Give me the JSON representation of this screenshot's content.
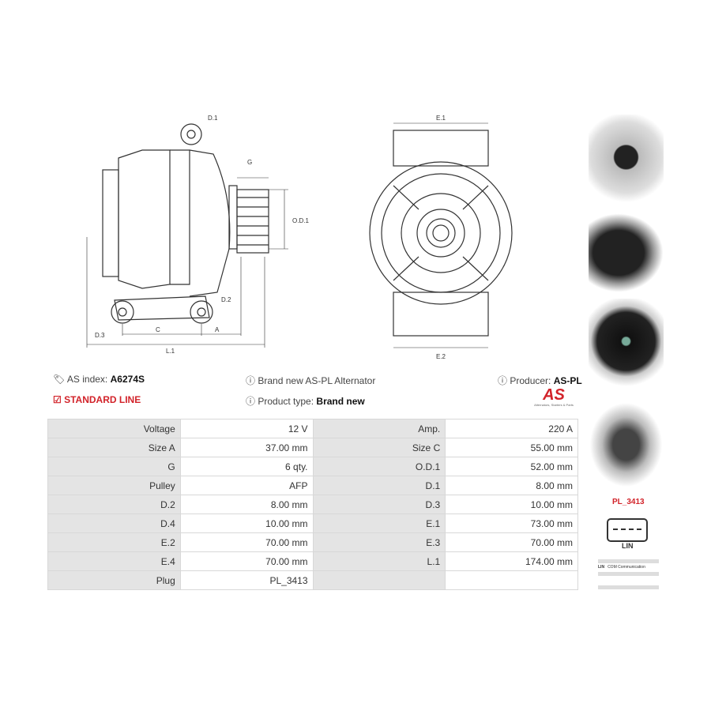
{
  "drawing_labels": {
    "d1": "D.1",
    "g": "G",
    "od1": "O.D.1",
    "d2": "D.2",
    "d3": "D.3",
    "c": "C",
    "a": "A",
    "l1": "L.1",
    "e1": "E.1",
    "e2": "E.2"
  },
  "info": {
    "as_index_label": "AS index:",
    "as_index_value": "A6274S",
    "line": "STANDARD LINE",
    "description": "Brand new AS-PL Alternator",
    "product_type_label": "Product type:",
    "product_type_value": "Brand new",
    "producer_label": "Producer:",
    "producer_value": "AS-PL"
  },
  "logo": {
    "text": "AS",
    "tagline": "Alternators, Starters & Parts"
  },
  "specs": [
    [
      "Voltage",
      "12 V",
      "Amp.",
      "220 A"
    ],
    [
      "Size A",
      "37.00 mm",
      "Size C",
      "55.00 mm"
    ],
    [
      "G",
      "6 qty.",
      "O.D.1",
      "52.00 mm"
    ],
    [
      "Pulley",
      "AFP",
      "D.1",
      "8.00 mm"
    ],
    [
      "D.2",
      "8.00 mm",
      "D.3",
      "10.00 mm"
    ],
    [
      "D.4",
      "10.00 mm",
      "E.1",
      "73.00 mm"
    ],
    [
      "E.2",
      "70.00 mm",
      "E.3",
      "70.00 mm"
    ],
    [
      "E.4",
      "70.00 mm",
      "L.1",
      "174.00 mm"
    ],
    [
      "Plug",
      "PL_3413",
      "",
      ""
    ]
  ],
  "plug": {
    "name": "PL_3413",
    "type": "LIN",
    "pin_code": "LIN",
    "pin_desc": "COM Communication"
  },
  "colors": {
    "accent": "#d2232a",
    "label_bg": "#e4e4e4"
  }
}
